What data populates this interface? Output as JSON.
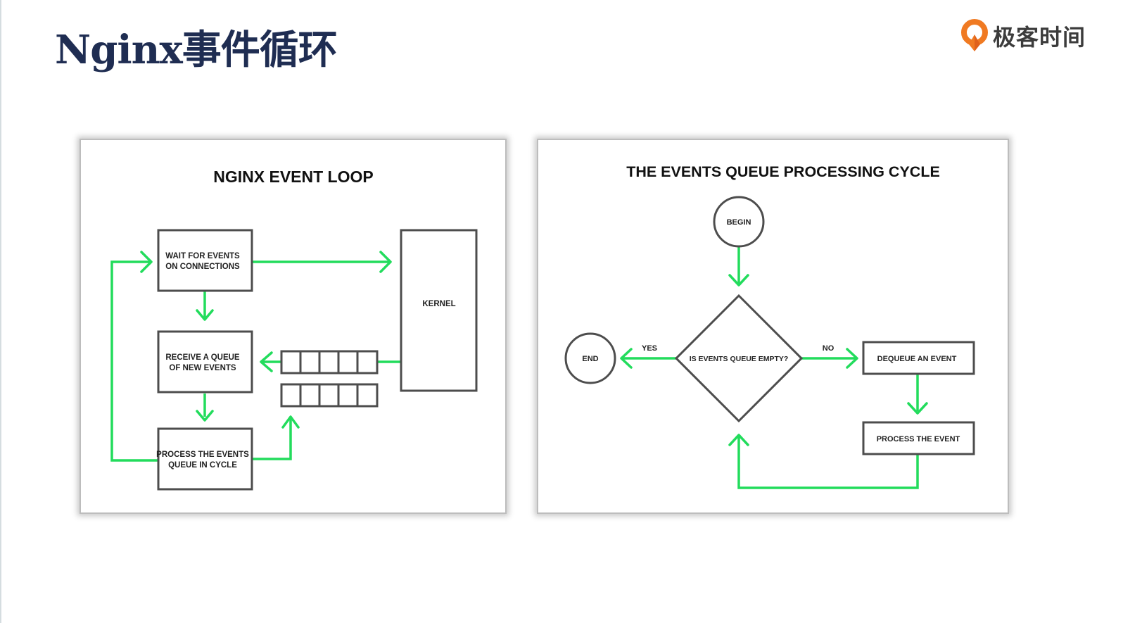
{
  "slide": {
    "title": "Nginx事件循环",
    "brand": "极客时间"
  },
  "left_diagram": {
    "title": "NGINX EVENT LOOP",
    "wait_box": [
      "WAIT FOR EVENTS",
      "ON CONNECTIONS"
    ],
    "receive_box": [
      "RECEIVE A QUEUE",
      "OF NEW EVENTS"
    ],
    "process_box": [
      "PROCESS THE EVENTS",
      "QUEUE IN CYCLE"
    ],
    "kernel": "KERNEL",
    "queue_cells": 5
  },
  "right_diagram": {
    "title": "THE EVENTS QUEUE PROCESSING CYCLE",
    "begin": "BEGIN",
    "decision": "IS EVENTS QUEUE EMPTY?",
    "yes": "YES",
    "no": "NO",
    "end": "END",
    "dequeue": "DEQUEUE AN EVENT",
    "process": "PROCESS THE EVENT"
  },
  "colors": {
    "title": "#1f2d52",
    "arrow": "#22dc5c",
    "box_stroke": "#4d4d4d",
    "brand_orange": "#f07a22"
  }
}
